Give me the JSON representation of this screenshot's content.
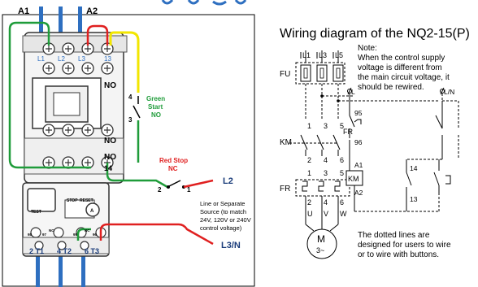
{
  "left_panel": {
    "terminal_a1": "A1",
    "terminal_a2": "A2",
    "top_terminals": [
      "L1",
      "L2",
      "L3",
      "13"
    ],
    "no_label_upper": "NO",
    "no_label_mid": "NO",
    "no_label_low": "NO",
    "aux_terminal_14": "14",
    "start_button": {
      "line1": "Green",
      "line2": "Start",
      "line3": "NO",
      "pin_top": "4",
      "pin_bottom": "3"
    },
    "stop_button": {
      "line1": "Red Stop",
      "line2": "NC",
      "pin_left": "2",
      "pin_right": "1"
    },
    "source_note": [
      "Line or Separate",
      "Source (to match",
      "24V, 120V or 240V",
      "control voltage)"
    ],
    "line_l2": "L2",
    "line_l3n": "L3/N",
    "overload_labels": {
      "test": "TEST",
      "stop": "STOP",
      "reset": "RESET",
      "a": "A"
    },
    "overload_small_terminals": [
      "98",
      "97",
      "NO",
      "NC",
      "95",
      "96"
    ],
    "bottom_terminals": [
      "2 T1",
      "4 T2",
      "6 T3"
    ],
    "colors": {
      "green_wire": "#1f9c3a",
      "red_wire": "#e02020",
      "yellow_wire": "#f2e600",
      "blue_bar": "#2e6fc0",
      "start_text": "#1f9c3a",
      "stop_text": "#e02020"
    }
  },
  "right_panel": {
    "title": "Wiring diagram of the NQ2-15(P)",
    "phase_labels": [
      "L1",
      "L3",
      "L5"
    ],
    "fu_label": "FU",
    "km_label": "KM",
    "fr_label": "FR",
    "fr_label_aux": "FR",
    "contact_top_numbers": [
      "1",
      "3",
      "5"
    ],
    "contact_mid_numbers": [
      "2",
      "4",
      "6"
    ],
    "fr_top_numbers": [
      "1",
      "3",
      "5"
    ],
    "fr_bottom_numbers": [
      "2",
      "4",
      "6"
    ],
    "output_labels": [
      "U",
      "V",
      "W"
    ],
    "motor_label": "M",
    "motor_phase": "3~",
    "control_l_label": "L",
    "control_ln_label": "L/N",
    "pin_95": "95",
    "pin_96": "96",
    "coil_a1": "A1",
    "coil_label": "KM",
    "coil_a2": "A2",
    "aux_14": "14",
    "aux_13": "13",
    "note_lines": [
      "Note:",
      "When the control supply",
      "voltage is different from",
      "the main circuit voltage, it",
      "should be rewired."
    ],
    "dotted_note": [
      "The dotted lines are",
      "designed for users to wire",
      "or to wire with buttons."
    ]
  }
}
